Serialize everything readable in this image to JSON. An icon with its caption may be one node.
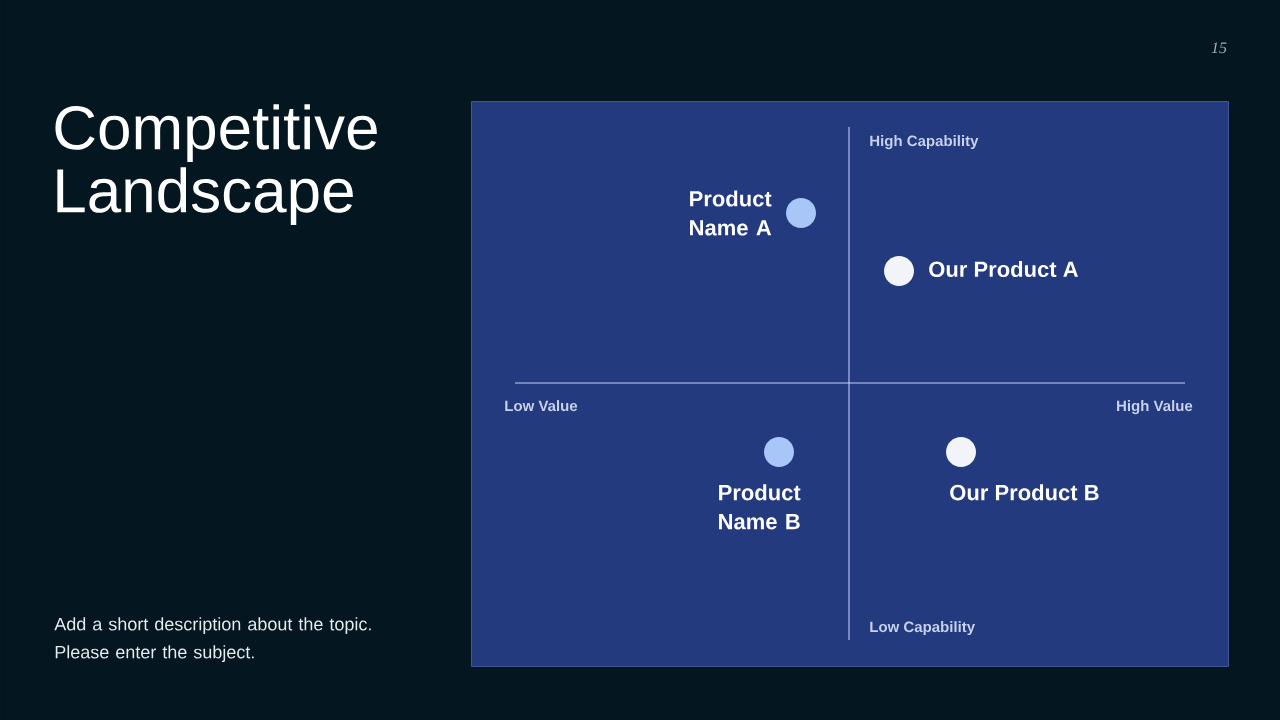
{
  "diagram": {
    "title": "Competitive Landscape",
    "nodes": [
      {
        "text": [],
        "shape": "box"
      },
      {
        "text": [],
        "shape": "circle",
        "in": 0,
        "beside": [
          "Product Name A"
        ]
      },
      {
        "text": [],
        "shape": "circle",
        "in": 0,
        "beside": [
          "Our Product A"
        ]
      },
      {
        "text": [],
        "shape": "circle",
        "in": 0,
        "beside": [
          "Product Name B"
        ]
      },
      {
        "text": [],
        "shape": "circle",
        "in": 0,
        "beside": [
          "Our Product B"
        ]
      }
    ],
    "labels": [
      "15",
      "High Capability",
      "Low Value",
      "High Value",
      "Low Capability",
      "Add a short description about the topic. Please enter the subject."
    ]
  }
}
